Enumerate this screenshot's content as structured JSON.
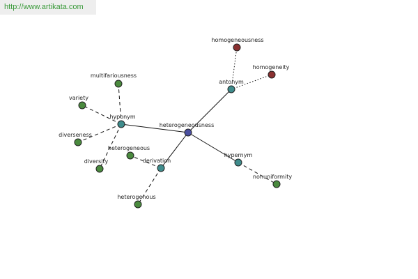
{
  "watermark": "http://www.artikata.com",
  "colors": {
    "center": "#4a4fa0",
    "relation": "#3f8c8c",
    "synonym": "#4a8a3e",
    "antonym_word": "#8a3030"
  },
  "nodes": [
    {
      "id": "heterogeneousness",
      "label": "heterogeneousness",
      "kind": "center"
    },
    {
      "id": "hyponym",
      "label": "hyponym",
      "kind": "relation"
    },
    {
      "id": "antonym",
      "label": "antonym",
      "kind": "relation"
    },
    {
      "id": "derivation",
      "label": "derivation",
      "kind": "relation"
    },
    {
      "id": "hypernym",
      "label": "hypernym",
      "kind": "relation"
    },
    {
      "id": "multifariousness",
      "label": "multifariousness",
      "kind": "synonym"
    },
    {
      "id": "variety",
      "label": "variety",
      "kind": "synonym"
    },
    {
      "id": "diverseness",
      "label": "diverseness",
      "kind": "synonym"
    },
    {
      "id": "diversity",
      "label": "diversity",
      "kind": "synonym"
    },
    {
      "id": "heterogeneous",
      "label": "heterogeneous",
      "kind": "synonym"
    },
    {
      "id": "heterogenous",
      "label": "heterogenous",
      "kind": "synonym"
    },
    {
      "id": "nonuniformity",
      "label": "nonuniformity",
      "kind": "synonym"
    },
    {
      "id": "homogeneousness",
      "label": "homogeneousness",
      "kind": "antonym_word"
    },
    {
      "id": "homogeneity",
      "label": "homogeneity",
      "kind": "antonym_word"
    }
  ],
  "edges": [
    {
      "from": "heterogeneousness",
      "to": "hyponym",
      "style": "solid"
    },
    {
      "from": "heterogeneousness",
      "to": "antonym",
      "style": "solid"
    },
    {
      "from": "heterogeneousness",
      "to": "derivation",
      "style": "solid"
    },
    {
      "from": "heterogeneousness",
      "to": "hypernym",
      "style": "solid"
    },
    {
      "from": "hyponym",
      "to": "multifariousness",
      "style": "dashed"
    },
    {
      "from": "hyponym",
      "to": "variety",
      "style": "dashed"
    },
    {
      "from": "hyponym",
      "to": "diverseness",
      "style": "dashed"
    },
    {
      "from": "hyponym",
      "to": "diversity",
      "style": "dashed"
    },
    {
      "from": "derivation",
      "to": "heterogeneous",
      "style": "dashed"
    },
    {
      "from": "derivation",
      "to": "heterogenous",
      "style": "dashed"
    },
    {
      "from": "hypernym",
      "to": "nonuniformity",
      "style": "dashed"
    },
    {
      "from": "antonym",
      "to": "homogeneousness",
      "style": "dotted"
    },
    {
      "from": "antonym",
      "to": "homogeneity",
      "style": "dotted"
    }
  ]
}
